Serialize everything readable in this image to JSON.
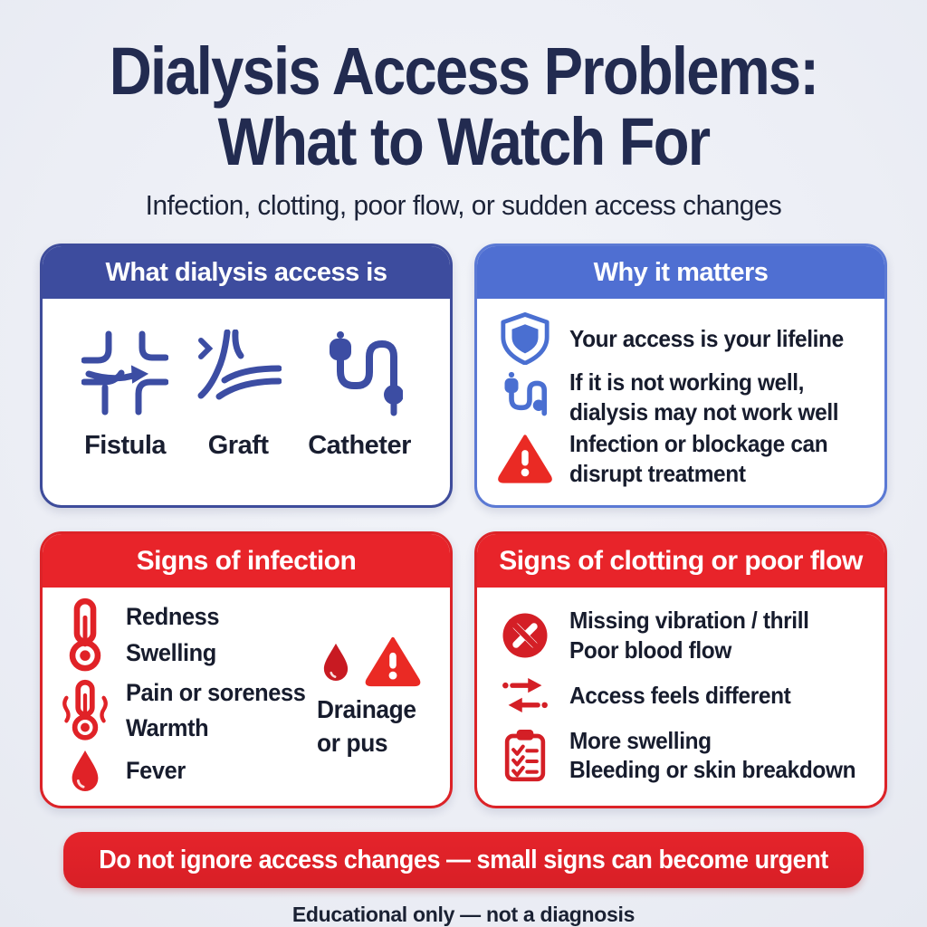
{
  "header": {
    "title_line1": "Dialysis Access Problems:",
    "title_line2": "What to Watch For",
    "subtitle": "Infection, clotting, poor flow, or sudden access changes"
  },
  "colors": {
    "background": "#edeff5",
    "title_navy": "#222b50",
    "card1_header_blue": "#3d4c9e",
    "card2_header_blue": "#4f6fd2",
    "red_header": "#e8242a",
    "blue_icon": "#3c4da3",
    "blue_icon_light": "#4a6fd1",
    "red_icon": "#dd2127",
    "body_text": "#171c2d"
  },
  "cards": {
    "access": {
      "title": "What dialysis access is",
      "items": [
        {
          "icon": "fistula-icon",
          "label": "Fistula"
        },
        {
          "icon": "graft-icon",
          "label": "Graft"
        },
        {
          "icon": "catheter-icon",
          "label": "Catheter"
        }
      ]
    },
    "why": {
      "title": "Why it matters",
      "items": [
        {
          "icon": "shield-icon",
          "lines": [
            "Your access is your lifeline"
          ]
        },
        {
          "icon": "catheter-small-icon",
          "lines": [
            "If it is not working well,",
            "dialysis may not work well"
          ]
        },
        {
          "icon": "warning-triangle-icon",
          "lines": [
            "Infection or blockage can",
            "disrupt treatment"
          ]
        }
      ]
    },
    "infection": {
      "title": "Signs of infection",
      "items": [
        {
          "icon": "thermometer-icon",
          "lines": [
            "Redness",
            "Swelling"
          ]
        },
        {
          "icon": "thermometer-heat-icon",
          "lines": [
            "Pain or soreness",
            "Warmth"
          ]
        },
        {
          "icon": "drop-icon",
          "lines": [
            "Fever"
          ]
        }
      ],
      "aside": {
        "icons": [
          "drop-icon",
          "warning-triangle-icon"
        ],
        "lines": [
          "Drainage",
          "or pus"
        ]
      }
    },
    "clotting": {
      "title": "Signs of clotting or poor flow",
      "items": [
        {
          "icon": "no-vibration-icon",
          "lines": [
            "Missing vibration / thrill",
            "Poor blood flow"
          ]
        },
        {
          "icon": "arrows-icon",
          "lines": [
            "Access feels different"
          ]
        },
        {
          "icon": "clipboard-icon",
          "lines": [
            "More swelling",
            "Bleeding or skin breakdown"
          ]
        }
      ]
    }
  },
  "banner": {
    "text": "Do not ignore access changes — small signs can become urgent"
  },
  "footer": {
    "text": "Educational only — not a diagnosis"
  }
}
